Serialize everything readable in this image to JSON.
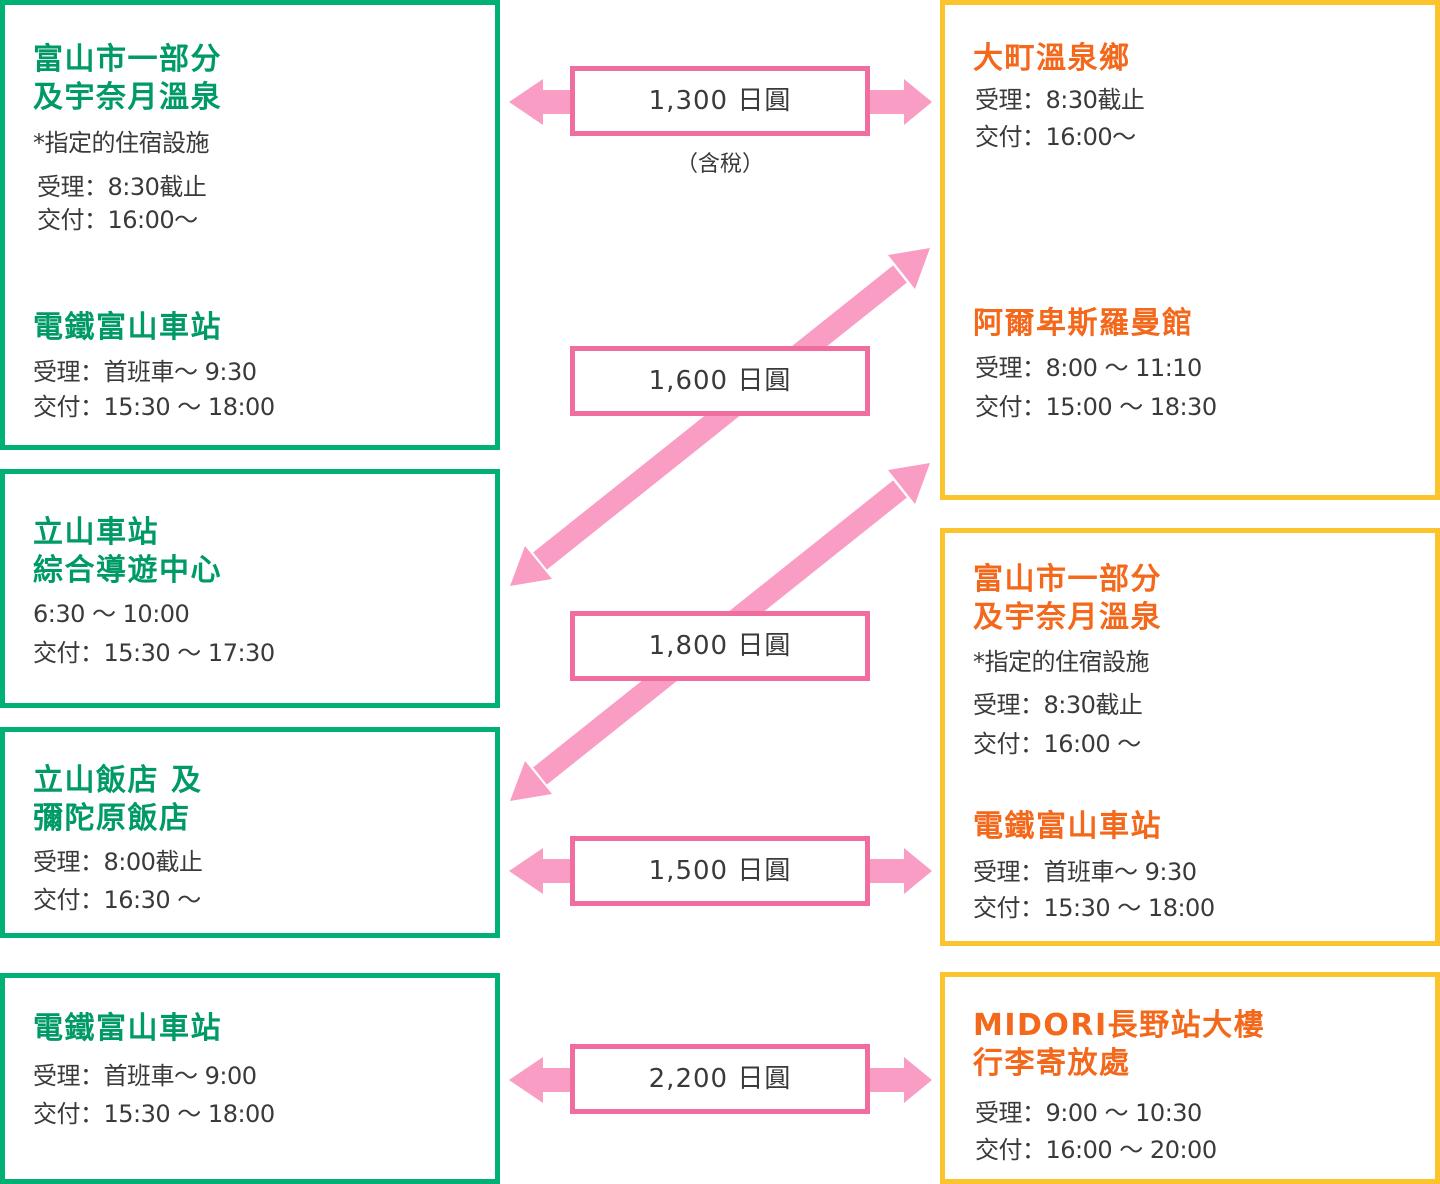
{
  "left": {
    "box1": {
      "sec1": {
        "title1": "富山市一部分",
        "title2": "及宇奈月溫泉",
        "note": "*指定的住宿設施",
        "line1": "受理：8:30截止",
        "line2": "交付：16:00～"
      },
      "sec2": {
        "title": "電鐵富山車站",
        "line1": "受理：首班車～ 9:30",
        "line2": "交付：15:30 ～ 18:00"
      }
    },
    "box2": {
      "title1": "立山車站",
      "title2": "綜合導遊中心",
      "line1": "6:30 ～ 10:00",
      "line2": "交付：15:30 ～ 17:30"
    },
    "box3": {
      "title1": "立山飯店 及",
      "title2": "彌陀原飯店",
      "line1": "受理：8:00截止",
      "line2": "交付：16:30 ～"
    },
    "box4": {
      "title": "電鐵富山車站",
      "line1": "受理：首班車～ 9:00",
      "line2": "交付：15:30 ～ 18:00"
    }
  },
  "right": {
    "box1": {
      "sec1": {
        "title": "大町溫泉鄉",
        "line1": "受理：8:30截止",
        "line2": "交付：16:00～"
      },
      "sec2": {
        "title": "阿爾卑斯羅曼館",
        "line1": "受理：8:00 ～ 11:10",
        "line2": "交付：15:00 ～ 18:30"
      }
    },
    "box2": {
      "sec1": {
        "title1": "富山市一部分",
        "title2": "及宇奈月溫泉",
        "note": "*指定的住宿設施",
        "line1": "受理：8:30截止",
        "line2": "交付：16:00 ～"
      },
      "sec2": {
        "title": "電鐵富山車站",
        "line1": "受理：首班車～ 9:30",
        "line2": "交付：15:30 ～ 18:00"
      }
    },
    "box3": {
      "title1": "MIDORI長野站大樓",
      "title2": "行李寄放處",
      "line1": "受理：9:00 ～ 10:30",
      "line2": "交付：16:00 ～ 20:00"
    }
  },
  "prices": {
    "p1": "1,300 日圓",
    "tax_note": "（含稅）",
    "p2": "1,600 日圓",
    "p3": "1,800 日圓",
    "p4": "1,500 日圓",
    "p5": "2,200 日圓"
  },
  "colors": {
    "green_border": "#00b173",
    "green_title": "#009a67",
    "yellow_border": "#fcc42c",
    "orange_title": "#f4681c",
    "pink_border": "#f06d9f",
    "pink_arrow": "#f99dc4"
  }
}
